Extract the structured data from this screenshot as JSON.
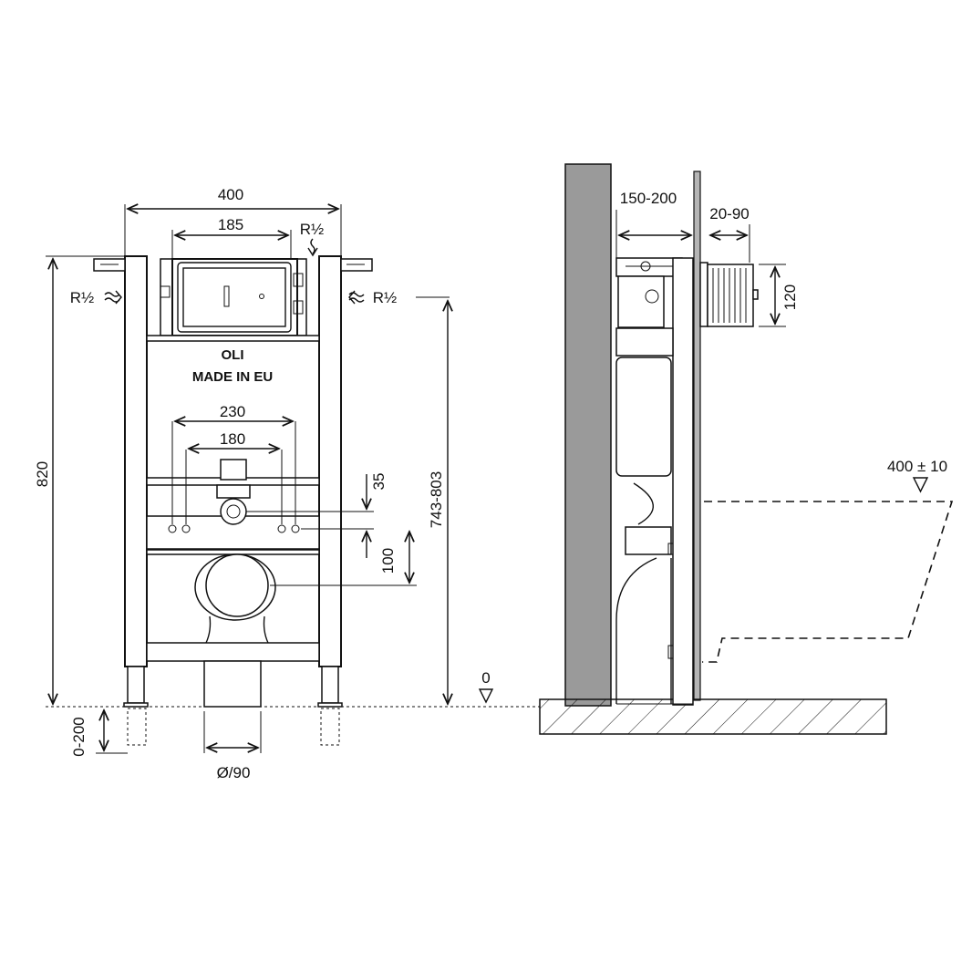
{
  "front_view": {
    "width_total": "400",
    "width_cistern": "185",
    "water_inlet_top": "R½",
    "water_inlet_left": "R½",
    "water_inlet_right": "R½",
    "height_total": "820",
    "height_adjustable": "743-803",
    "bolt_spacing_outer": "230",
    "bolt_spacing_inner": "180",
    "dim_35": "35",
    "dim_100": "100",
    "leg_extension": "0-200",
    "drain_diameter": "Ø/90",
    "brand": "OLI",
    "made_in": "MADE IN EU",
    "floor_level": "0"
  },
  "side_view": {
    "wall_distance": "150-200",
    "panel_thickness": "20-90",
    "flush_plate_height": "120",
    "bowl_height": "400 ± 10"
  },
  "colors": {
    "line": "#111111",
    "wall": "#9a9a9a",
    "panel": "#b5b5b5",
    "background": "#ffffff"
  }
}
